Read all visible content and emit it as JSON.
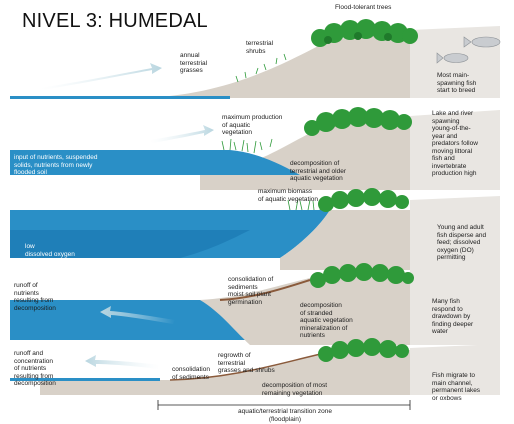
{
  "title": "NIVEL 3: HUMEDAL",
  "colors": {
    "water": "#2a8fc6",
    "water_dark": "#1f7fb8",
    "land": "#b8aea2",
    "land_light": "#d8d1c8",
    "tree": "#2f9a3a",
    "tree_dark": "#1f7a2b",
    "arrow": "#c6dde6"
  },
  "panels": [
    {
      "labels": {
        "top": "Flood-tolerant trees",
        "a": "annual\nterrestrial\ngrasses",
        "b": "terrestrial\nshrubs",
        "right": "Most main-\nspawning fish\nstart to breed"
      }
    },
    {
      "labels": {
        "top": "maximum production\nof aquatic\nvegetation",
        "a": "input of nutrients, suspended\nsolids, nutrients from newly\nflooded soil",
        "b": "decomposition of\nterrestrial and older\naquatic vegetation",
        "right": "Lake and river\nspawning\nyoung-of-the-\nyear and\npredators follow\nmoving littoral\nfish and\ninvertebrate\nproduction high"
      }
    },
    {
      "labels": {
        "top": "maximum biomass\nof aquatic vegetation",
        "a": "low\ndissolved oxygen",
        "right": "Young and adult\nfish disperse and\nfeed; dissolved\noxygen (DO)\npermitting"
      }
    },
    {
      "labels": {
        "top": "consolidation of\nsediments\nmoist soil plant\ngermination",
        "a": "runoff of\nnutrients\nresulting from\ndecomposition",
        "b": "decomposition\nof stranded\naquatic vegetation\nmineralization of\nnutrients",
        "right": "Many fish\nrespond to\ndrawdown by\nfinding deeper\nwater"
      }
    },
    {
      "labels": {
        "top": "regrowth of\nterrestrial\ngrasses and shrubs",
        "a": "runoff and\nconcentration\nof nutrients\nresulting from\ndecomposition",
        "b": "consolidation\nof sediments",
        "c": "decomposition of most\nremaining vegetation",
        "right": "Fish migrate to\nmain channel,\npermanent lakes\nor oxbows"
      }
    }
  ],
  "footer": "aquatic/terrestrial transition zone\n(floodplain)"
}
